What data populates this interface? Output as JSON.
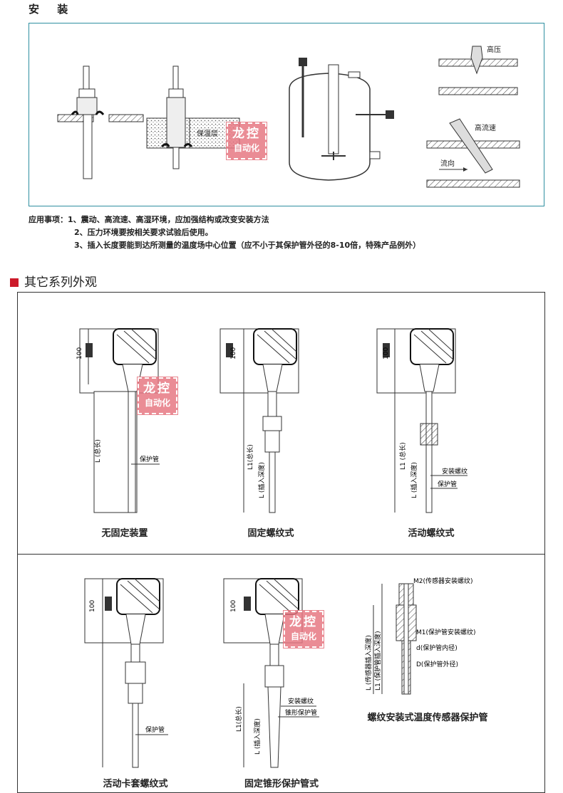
{
  "install": {
    "title": "安 装",
    "labels": {
      "insulation": "保温层",
      "high_pressure": "高压",
      "high_velocity": "高流速",
      "flow_direction": "流向"
    }
  },
  "notes": {
    "line1": "应用事项：1、震动、高流速、高湿环境，应加强结构或改变安装方法",
    "line2": "2、压力环境要按相关要求试验后使用。",
    "line3": "3、插入长度要能到达所测量的温度场中心位置（应不小于其保护管外径的8-10倍，特殊产品例外）"
  },
  "watermark": {
    "line1": "龙控",
    "line2": "自动化"
  },
  "other_series": {
    "heading": "其它系列外观",
    "accent_color": "#cc1a2a",
    "items": [
      {
        "caption": "无固定装置",
        "dim": "100",
        "len": "L (总长)",
        "tube": "保护管"
      },
      {
        "caption": "固定螺纹式",
        "dim": "100",
        "len": "L1(总长)",
        "ins": "L (插入深度)"
      },
      {
        "caption": "活动螺纹式",
        "dim": "100",
        "len": "L1 (总长)",
        "ins": "L (插入深度)",
        "thread": "安装螺纹",
        "tube": "保护管"
      },
      {
        "caption": "活动卡套螺纹式",
        "dim": "100",
        "tube": "保护管"
      },
      {
        "caption": "固定锥形保护管式",
        "dim": "100",
        "len": "L1(总长)",
        "ins": "L (插入深度)",
        "thread": "安装螺纹",
        "tube": "锥形保护管"
      },
      {
        "caption": "螺纹安装式温度传感器保护管",
        "m2": "M2(传感器安装螺纹)",
        "m1": "M1(保护管安装螺纹)",
        "d_in": "d(保护管内径)",
        "d_out": "D(保护管外径)",
        "l_ins": "L (传感器插入深度)",
        "l1": "L1 (保护管插入深度)"
      }
    ]
  }
}
